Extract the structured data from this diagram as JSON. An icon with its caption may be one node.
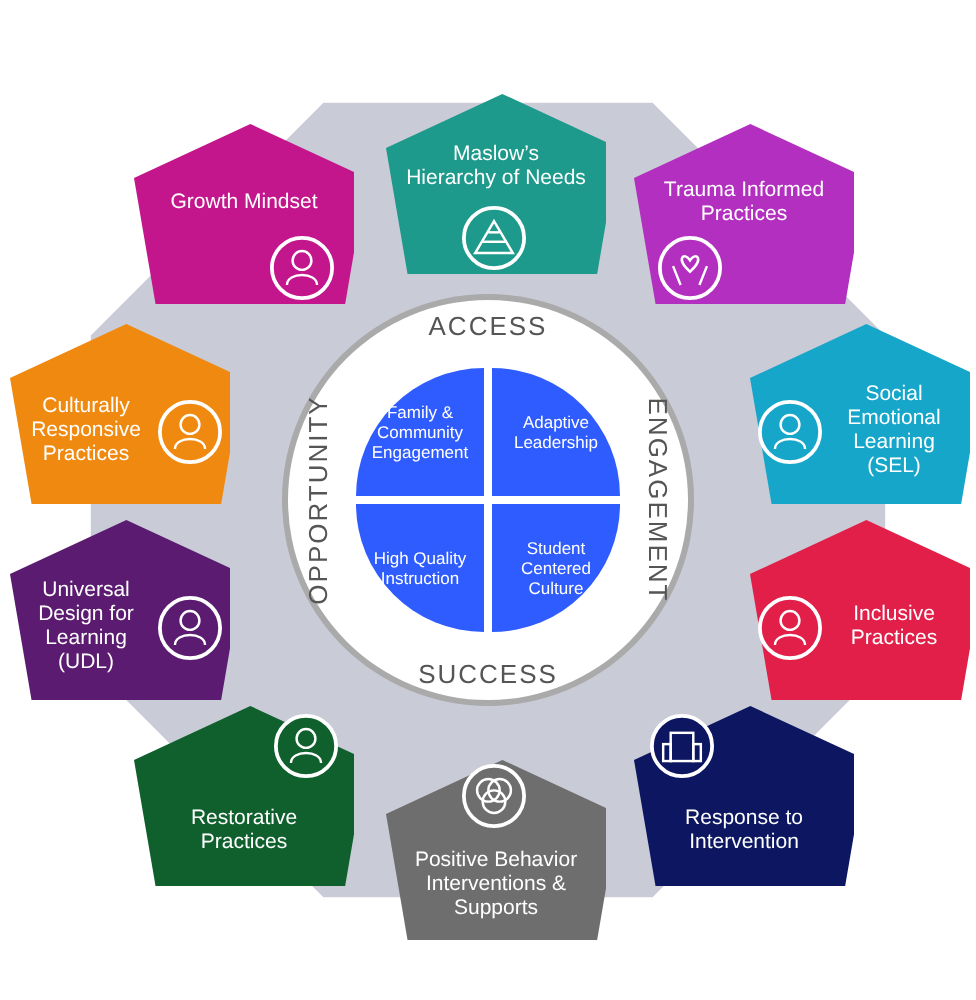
{
  "diagram": {
    "nodes": [
      {
        "text": [
          "ACCESS",
          "ENGAGEMENT",
          "SUCCESS",
          "OPPORTUNITY"
        ]
      },
      {
        "text": [
          "Family & Community Engagement"
        ],
        "in": 0
      },
      {
        "text": [
          "Adaptive Leadership"
        ],
        "in": 0
      },
      {
        "text": [
          "High Quality Instruction"
        ],
        "in": 0
      },
      {
        "text": [
          "Student Centered Culture"
        ],
        "in": 0
      },
      {
        "text": [
          "Maslow’s Hierarchy of Needs"
        ]
      },
      {
        "text": [
          "Growth Mindset"
        ]
      },
      {
        "text": [
          "Trauma Informed Practices"
        ]
      },
      {
        "text": [
          "Culturally Responsive Practices"
        ]
      },
      {
        "text": [
          "Social Emotional Learning (SEL)"
        ]
      },
      {
        "text": [
          "Universal Design for Learning (UDL)"
        ]
      },
      {
        "text": [
          "Inclusive Practices"
        ]
      },
      {
        "text": [
          "Restorative Practices"
        ]
      },
      {
        "text": [
          "Response to Intervention"
        ]
      },
      {
        "text": [
          "Positive Behavior Interventions & Supports"
        ]
      }
    ],
    "edges": []
  }
}
